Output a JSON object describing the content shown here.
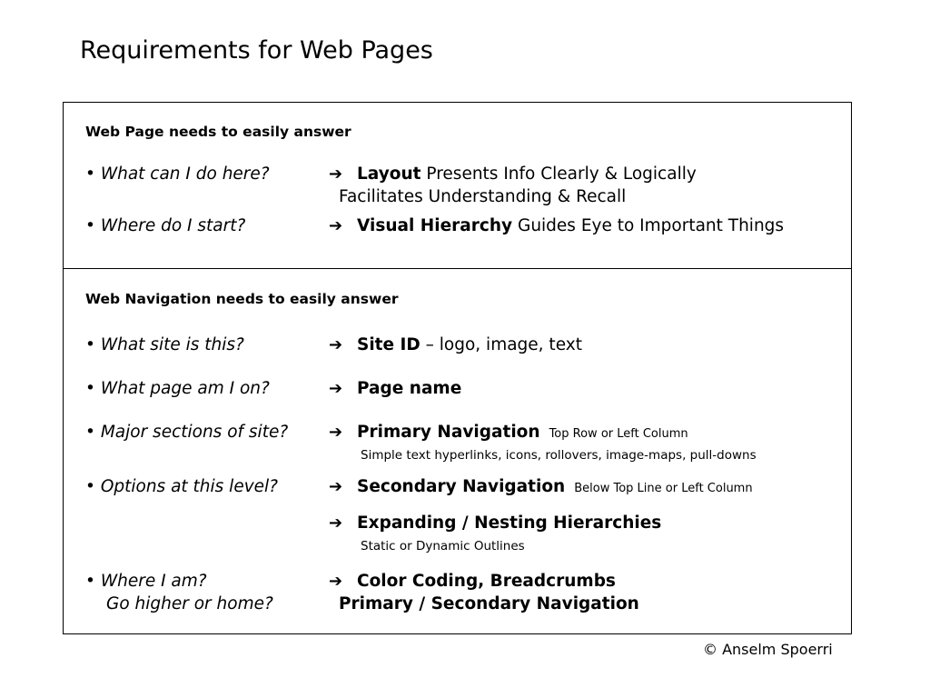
{
  "title": "Requirements for Web Pages",
  "page_box": {
    "heading": "Web Page needs to easily answer",
    "rows": [
      {
        "bullet": "•",
        "question": "What can I do here?",
        "arrow": "➔",
        "answer_bold": "Layout",
        "answer_text": "Presents Info Clearly & Logically",
        "continuation": "Facilitates Understanding & Recall"
      },
      {
        "bullet": "•",
        "question": "Where do I start?",
        "arrow": "➔",
        "answer_bold": "Visual Hierarchy",
        "answer_text": "Guides Eye to Important Things"
      }
    ]
  },
  "nav_box": {
    "heading": "Web Navigation needs to easily answer",
    "rows": [
      {
        "bullet": "•",
        "question": "What site is this?",
        "arrow": "➔",
        "answer_bold": "Site ID",
        "answer_text": "– logo, image, text"
      },
      {
        "bullet": "•",
        "question": "What page am I on?",
        "arrow": "➔",
        "answer_bold": "Page name"
      },
      {
        "bullet": "•",
        "question": "Major sections of site?",
        "arrow": "➔",
        "answer_bold": "Primary Navigation",
        "note": "Top Row or Left Column",
        "subnote": "Simple text hyperlinks, icons, rollovers, image-maps, pull-downs"
      },
      {
        "bullet": "•",
        "question": "Options at this level?",
        "arrow": "➔",
        "answer_bold": "Secondary Navigation",
        "note": "Below Top Line or Left Column"
      },
      {
        "arrow": "➔",
        "answer_bold": "Expanding / Nesting Hierarchies",
        "subnote": "Static or Dynamic Outlines"
      },
      {
        "bullet": "•",
        "question": "Where I am?",
        "arrow": "➔",
        "answer_bold": "Color Coding, Breadcrumbs",
        "question2": "Go higher or home?",
        "answer2_bold": "Primary / Secondary Navigation"
      }
    ]
  },
  "footer": "© Anselm Spoerri"
}
